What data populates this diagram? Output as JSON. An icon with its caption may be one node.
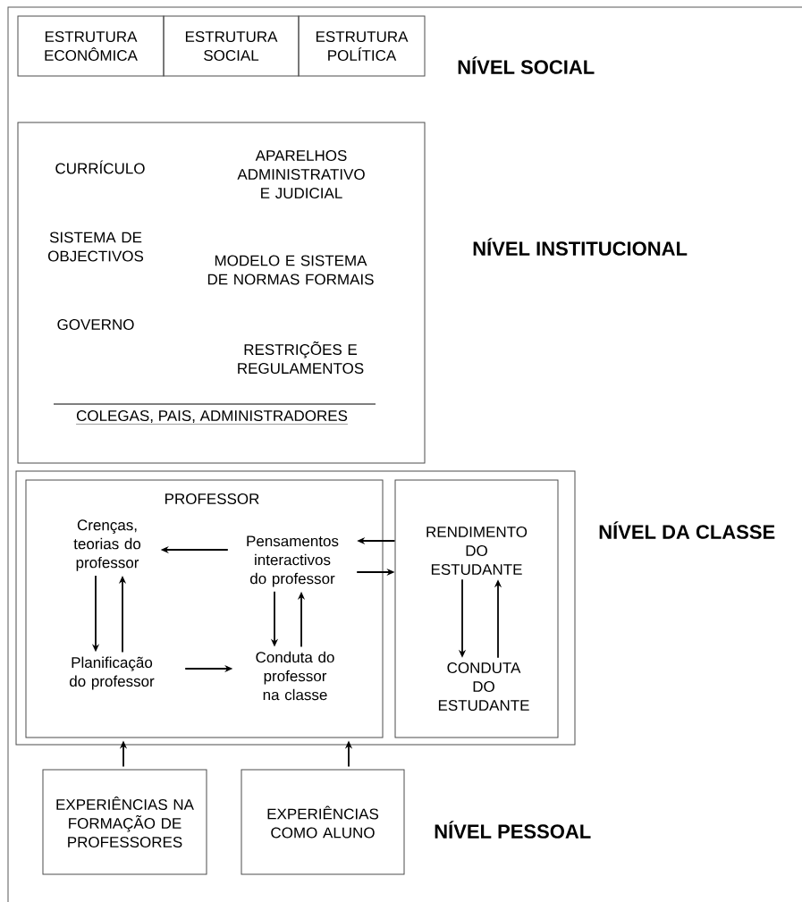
{
  "diagram": {
    "nodes": [
      {
        "text": [
          "ESTRUTURA ECONÔMICA"
        ]
      },
      {
        "text": [
          "ESTRUTURA SOCIAL"
        ]
      },
      {
        "text": [
          "ESTRUTURA POLÍTICA"
        ]
      },
      {
        "text": [
          "CURRÍCULO",
          "APARELHOS ADMINISTRATIVO E JUDICIAL",
          "SISTEMA DE OBJECTIVOS",
          "MODELO E SISTEMA DE NORMAS FORMAIS",
          "GOVERNO",
          "RESTRIÇÕES E REGULAMENTOS",
          "COLEGAS, PAIS, ADMINISTRADORES"
        ]
      },
      {
        "text": [],
        "shape": "box"
      },
      {
        "text": [
          "PROFESSOR"
        ],
        "in": 4
      },
      {
        "text": [
          "Crenças, teorias do professor"
        ],
        "in": 5
      },
      {
        "text": [
          "Pensamentos interactivos do professor"
        ],
        "in": 5
      },
      {
        "text": [
          "Planificação do professor"
        ],
        "in": 5
      },
      {
        "text": [
          "Conduta do professor na classe"
        ],
        "in": 5
      },
      {
        "text": [],
        "shape": "box",
        "in": 4
      },
      {
        "text": [
          "RENDIMENTO DO ESTUDANTE"
        ],
        "in": 10
      },
      {
        "text": [
          "CONDUTA DO ESTUDANTE"
        ],
        "in": 10
      },
      {
        "text": [
          "EXPERIÊNCIAS NA FORMAÇÃO DE PROFESSORES"
        ]
      },
      {
        "text": [
          "EXPERIÊNCIAS COMO ALUNO"
        ]
      }
    ],
    "edges": [
      {
        "from": 7,
        "to": 6,
        "arrow": "to"
      },
      {
        "from": 6,
        "to": 8,
        "arrow": "to"
      },
      {
        "from": 8,
        "to": 6,
        "arrow": "to"
      },
      {
        "from": 8,
        "to": 9,
        "arrow": "to"
      },
      {
        "from": 7,
        "to": 9,
        "arrow": "to"
      },
      {
        "from": 9,
        "to": 7,
        "arrow": "to"
      },
      {
        "from": 10,
        "to": 7,
        "arrow": "to"
      },
      {
        "from": 7,
        "to": 10,
        "arrow": "to"
      },
      {
        "from": 11,
        "to": 12,
        "arrow": "to"
      },
      {
        "from": 12,
        "to": 11,
        "arrow": "to"
      },
      {
        "from": 13,
        "to": 5,
        "arrow": "to"
      },
      {
        "from": 14,
        "to": 5,
        "arrow": "to"
      }
    ],
    "labels": [
      "NÍVEL SOCIAL",
      "NÍVEL INSTITUCIONAL",
      "NÍVEL DA CLASSE",
      "NÍVEL PESSOAL"
    ]
  }
}
